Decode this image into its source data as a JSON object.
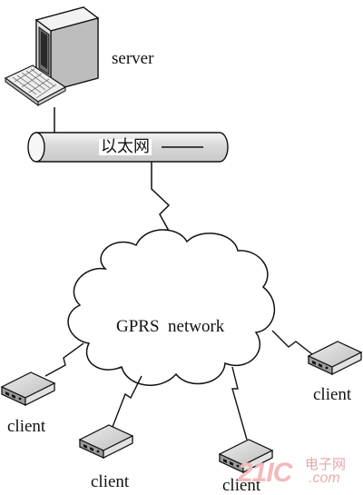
{
  "labels": {
    "server": "server",
    "ethernet": "以太网",
    "cloud": "GPRS  network",
    "client_1": "client",
    "client_2": "client",
    "client_3": "client",
    "client_4": "client"
  },
  "watermark": {
    "logo": "21IC",
    "cn": "电子网",
    "domain": ".com"
  },
  "icons": [
    "server-computer-icon",
    "keyboard-icon",
    "ethernet-pipe",
    "gprs-cloud",
    "client-device-icon"
  ],
  "colors": {
    "line": "#111111",
    "pipe_fill": "#e8e8e8",
    "device_fill": "#d9d9d9",
    "watermark": "#f0b4b5"
  }
}
